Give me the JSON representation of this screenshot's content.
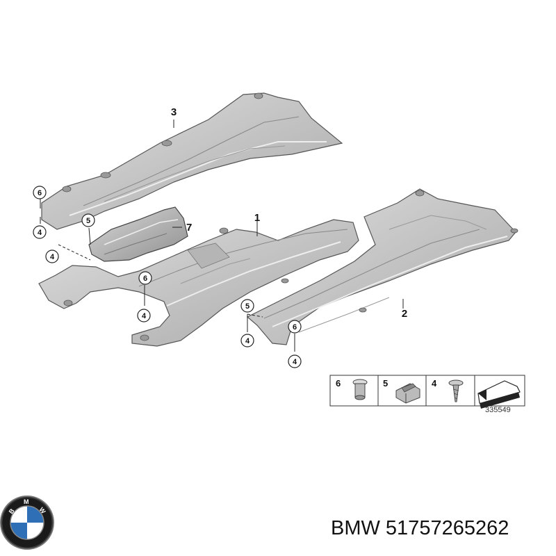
{
  "parts": [
    {
      "id": "1",
      "label": "1"
    },
    {
      "id": "2",
      "label": "2"
    },
    {
      "id": "3",
      "label": "3"
    },
    {
      "id": "7",
      "label": "7"
    }
  ],
  "callouts": [
    "6",
    "4",
    "5",
    "4",
    "4",
    "6",
    "4",
    "5",
    "4",
    "6",
    "4"
  ],
  "legend": {
    "items": [
      {
        "label": "6",
        "icon": "plastic-nut-icon"
      },
      {
        "label": "5",
        "icon": "clip-nut-icon"
      },
      {
        "label": "4",
        "icon": "screw-icon"
      },
      {
        "label": "",
        "icon": "arrow-icon"
      }
    ],
    "ref_number": "335549"
  },
  "caption": "BMW 51757265262",
  "colors": {
    "panel_fill": "#c9c9c9",
    "panel_dark": "#9a9a9a",
    "panel_light": "#e2e2e2",
    "outline": "#555555",
    "logo_blue": "#2f6fb5"
  }
}
